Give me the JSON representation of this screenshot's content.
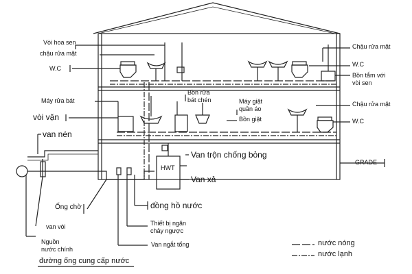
{
  "labels": {
    "shower_head": "Vòi hoa sen",
    "sink_left": "chậu rửa mặt",
    "wc_left": "W.C",
    "sink_right_top": "Chậu rửa mặt",
    "wc_right_top": "W.C",
    "bathtub_line1": "Bồn tắm với",
    "bathtub_line2": "vòi sen",
    "dishwasher": "Máy rửa bát",
    "kitchen_sink_line1": "Bồn rửa",
    "kitchen_sink_line2": "bát chén",
    "washing_machine_line1": "Máy giặt",
    "washing_machine_line2": "quần áo",
    "laundry_tub": "Bồn giặt",
    "sink_right_mid": "Chậu rửa mặt",
    "wc_right_mid": "W.C",
    "faucet": "vòi vặn",
    "compression_valve": "van nén",
    "mixing_valve": "Van trộn chống bỏng",
    "drain_valve": "Van xả",
    "grade": "GRADE",
    "heater": "HWT",
    "standby_pipe": "Ống chờ",
    "water_meter": "đồng hồ nước",
    "backflow_line1": "Thiết bị ngăn",
    "backflow_line2": "chảy ngược",
    "main_shutoff": "Van ngắt tổng",
    "tap_valve": "van vòi",
    "source_line1": "Nguồn",
    "source_line2": "nước chính",
    "supply_title": "đường ống cung cấp nước"
  },
  "legend": {
    "hot": "nước nóng",
    "cold": "nước lạnh"
  }
}
